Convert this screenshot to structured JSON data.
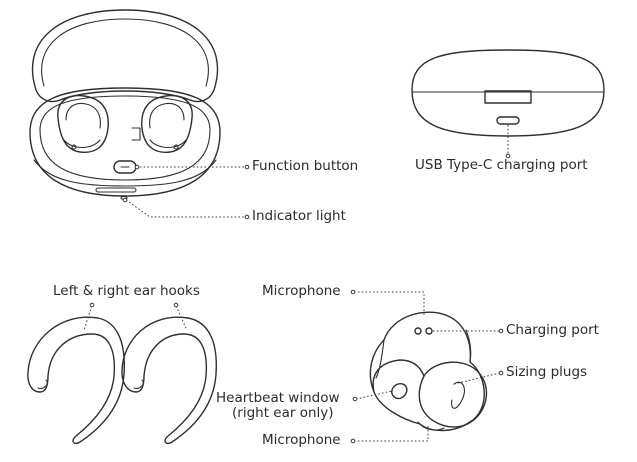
{
  "labels": {
    "function_button": "Function button",
    "indicator_light": "Indicator light",
    "usb_port": "USB Type-C charging port",
    "ear_hooks": "Left & right ear hooks",
    "microphone_top": "Microphone",
    "charging_port": "Charging port",
    "sizing_plugs": "Sizing plugs",
    "heartbeat_window_line1": "Heartbeat window",
    "heartbeat_window_line2": "(right ear only)",
    "microphone_bottom": "Microphone"
  }
}
